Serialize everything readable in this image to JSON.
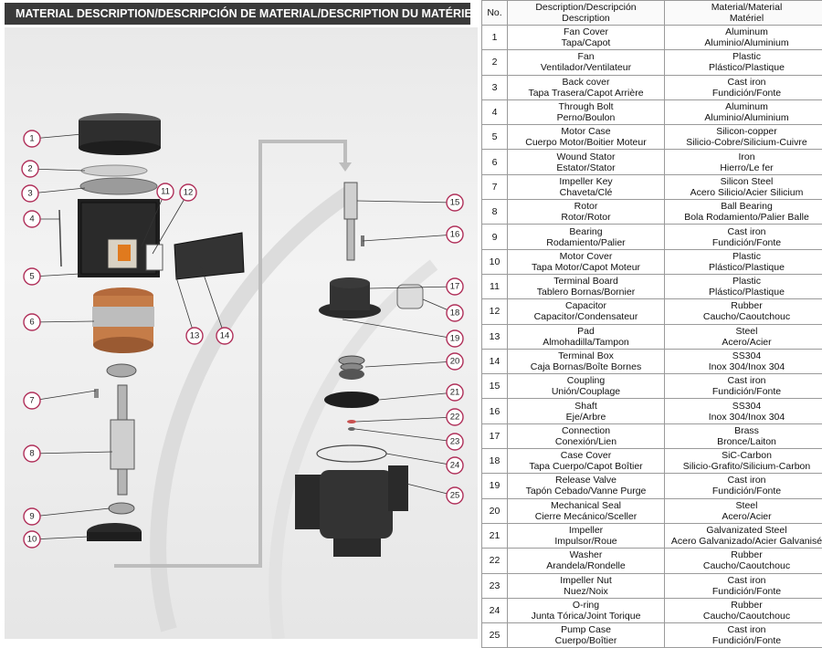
{
  "header": {
    "title": "MATERIAL DESCRIPTION/DESCRIPCIÓN DE MATERIAL/DESCRIPTION DU MATÉRIEL"
  },
  "table": {
    "headers": {
      "no": "No.",
      "description": [
        "Description/Descripción",
        "Description"
      ],
      "material": [
        "Material/Material",
        "Matériel"
      ]
    },
    "rows": [
      {
        "no": "1",
        "desc": [
          "Fan Cover",
          "Tapa/Capot"
        ],
        "mat": [
          "Aluminum",
          "Aluminio/Aluminium"
        ]
      },
      {
        "no": "2",
        "desc": [
          "Fan",
          "Ventilador/Ventilateur"
        ],
        "mat": [
          "Plastic",
          "Plástico/Plastique"
        ]
      },
      {
        "no": "3",
        "desc": [
          "Back cover",
          "Tapa Trasera/Capot Arrière"
        ],
        "mat": [
          "Cast iron",
          "Fundición/Fonte"
        ]
      },
      {
        "no": "4",
        "desc": [
          "Through Bolt",
          "Perno/Boulon"
        ],
        "mat": [
          "Aluminum",
          "Aluminio/Aluminium"
        ]
      },
      {
        "no": "5",
        "desc": [
          "Motor Case",
          "Cuerpo Motor/Boitier Moteur"
        ],
        "mat": [
          "Silicon-copper",
          "Silicio-Cobre/Silicium-Cuivre"
        ]
      },
      {
        "no": "6",
        "desc": [
          "Wound Stator",
          "Estator/Stator"
        ],
        "mat": [
          "Iron",
          "Hierro/Le fer"
        ]
      },
      {
        "no": "7",
        "desc": [
          "Impeller Key",
          "Chaveta/Clé"
        ],
        "mat": [
          "Silicon Steel",
          "Acero Silicio/Acier Silicium"
        ]
      },
      {
        "no": "8",
        "desc": [
          "Rotor",
          "Rotor/Rotor"
        ],
        "mat": [
          "Ball Bearing",
          "Bola Rodamiento/Palier Balle"
        ]
      },
      {
        "no": "9",
        "desc": [
          "Bearing",
          "Rodamiento/Palier"
        ],
        "mat": [
          "Cast iron",
          "Fundición/Fonte"
        ]
      },
      {
        "no": "10",
        "desc": [
          "Motor Cover",
          "Tapa Motor/Capot Moteur"
        ],
        "mat": [
          "Plastic",
          "Plástico/Plastique"
        ]
      },
      {
        "no": "11",
        "desc": [
          "Terminal Board",
          "Tablero Bornas/Bornier"
        ],
        "mat": [
          "Plastic",
          "Plástico/Plastique"
        ]
      },
      {
        "no": "12",
        "desc": [
          "Capacitor",
          "Capacitor/Condensateur"
        ],
        "mat": [
          "Rubber",
          "Caucho/Caoutchouc"
        ]
      },
      {
        "no": "13",
        "desc": [
          "Pad",
          "Almohadilla/Tampon"
        ],
        "mat": [
          "Steel",
          "Acero/Acier"
        ]
      },
      {
        "no": "14",
        "desc": [
          "Terminal Box",
          "Caja Bornas/Boîte Bornes"
        ],
        "mat": [
          "SS304",
          "Inox 304/Inox 304"
        ]
      },
      {
        "no": "15",
        "desc": [
          "Coupling",
          "Unión/Couplage"
        ],
        "mat": [
          "Cast iron",
          "Fundición/Fonte"
        ]
      },
      {
        "no": "16",
        "desc": [
          "Shaft",
          "Eje/Arbre"
        ],
        "mat": [
          "SS304",
          "Inox 304/Inox 304"
        ]
      },
      {
        "no": "17",
        "desc": [
          "Connection",
          "Conexión/Lien"
        ],
        "mat": [
          "Brass",
          "Bronce/Laiton"
        ]
      },
      {
        "no": "18",
        "desc": [
          "Case Cover",
          "Tapa Cuerpo/Capot Boîtier"
        ],
        "mat": [
          "SiC-Carbon",
          "Silicio-Grafito/Silicium-Carbon"
        ]
      },
      {
        "no": "19",
        "desc": [
          "Release Valve",
          "Tapón Cebado/Vanne Purge"
        ],
        "mat": [
          "Cast iron",
          "Fundición/Fonte"
        ]
      },
      {
        "no": "20",
        "desc": [
          "Mechanical Seal",
          "Cierre Mecánico/Sceller"
        ],
        "mat": [
          "Steel",
          "Acero/Acier"
        ]
      },
      {
        "no": "21",
        "desc": [
          "Impeller",
          "Impulsor/Roue"
        ],
        "mat": [
          "Galvanizated Steel",
          "Acero Galvanizado/Acier Galvanisé"
        ]
      },
      {
        "no": "22",
        "desc": [
          "Washer",
          "Arandela/Rondelle"
        ],
        "mat": [
          "Rubber",
          "Caucho/Caoutchouc"
        ]
      },
      {
        "no": "23",
        "desc": [
          "Impeller Nut",
          "Nuez/Noix"
        ],
        "mat": [
          "Cast iron",
          "Fundición/Fonte"
        ]
      },
      {
        "no": "24",
        "desc": [
          "O-ring",
          "Junta Tórica/Joint Torique"
        ],
        "mat": [
          "Rubber",
          "Caucho/Caoutchouc"
        ]
      },
      {
        "no": "25",
        "desc": [
          "Pump Case",
          "Cuerpo/Boîtier"
        ],
        "mat": [
          "Cast iron",
          "Fundición/Fonte"
        ]
      }
    ]
  },
  "diagram": {
    "callouts": [
      "1",
      "2",
      "3",
      "4",
      "5",
      "6",
      "7",
      "8",
      "9",
      "10",
      "11",
      "12",
      "13",
      "14",
      "15",
      "16",
      "17",
      "18",
      "19",
      "20",
      "21",
      "22",
      "23",
      "24",
      "25"
    ],
    "accent_color": "#b0305a"
  }
}
